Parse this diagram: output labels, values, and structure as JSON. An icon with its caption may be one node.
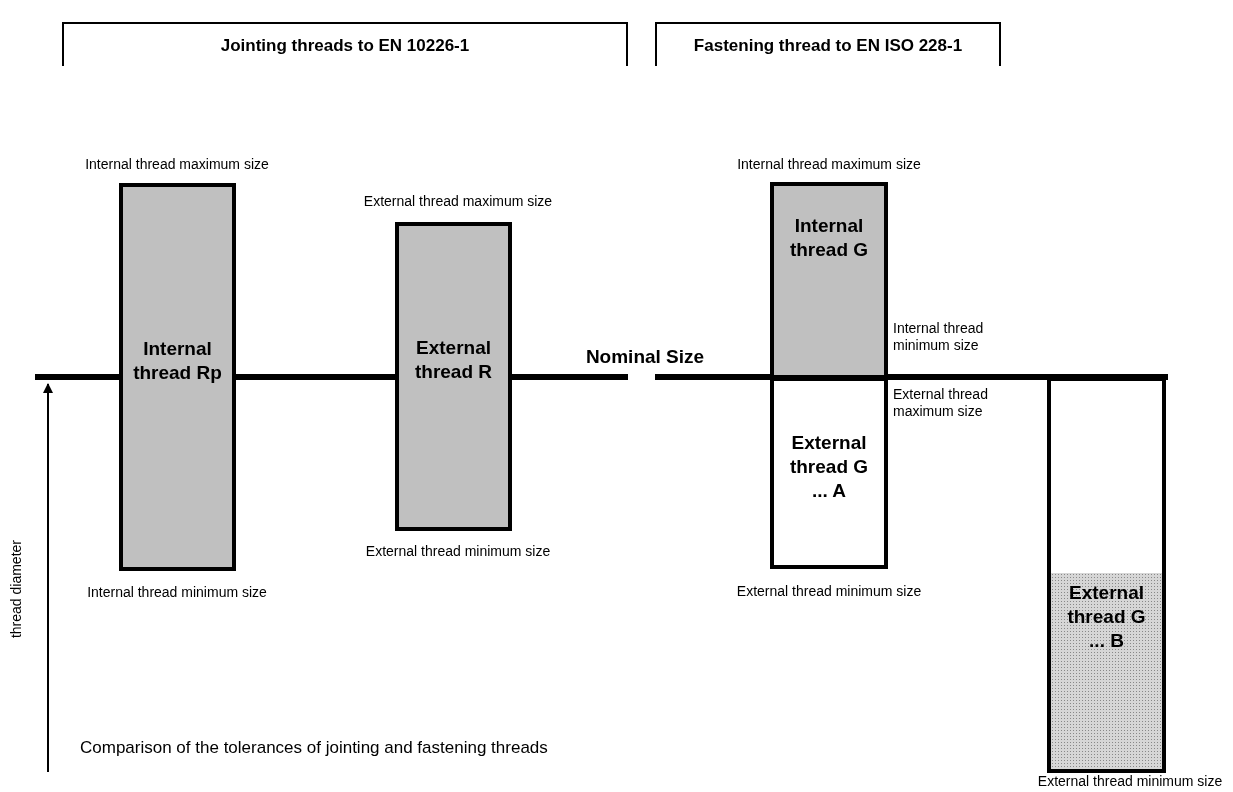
{
  "diagram": {
    "caption": "Comparison of the tolerances of jointing and fastening threads",
    "nodes": [
      {
        "text": [
          "Internal thread Rp"
        ],
        "beside": [
          "Internal thread maximum size",
          "Internal thread minimum size"
        ]
      },
      {
        "text": [
          "External thread R"
        ],
        "beside": [
          "External thread maximum size",
          "External thread minimum size"
        ]
      },
      {
        "text": [
          "Internal thread G"
        ],
        "beside": [
          "Internal thread maximum size",
          "Internal thread minimum size"
        ]
      },
      {
        "text": [
          "External thread G ... A"
        ],
        "beside": [
          "External thread maximum size",
          "External thread minimum size"
        ]
      },
      {
        "text": [
          "External thread G ... B"
        ],
        "beside": [
          "External thread minimum size"
        ]
      }
    ],
    "edges": [],
    "labels": [
      "Jointing threads to EN 10226-1",
      "Fastening thread to EN ISO 228-1",
      "Nominal Size",
      "thread diameter"
    ]
  }
}
